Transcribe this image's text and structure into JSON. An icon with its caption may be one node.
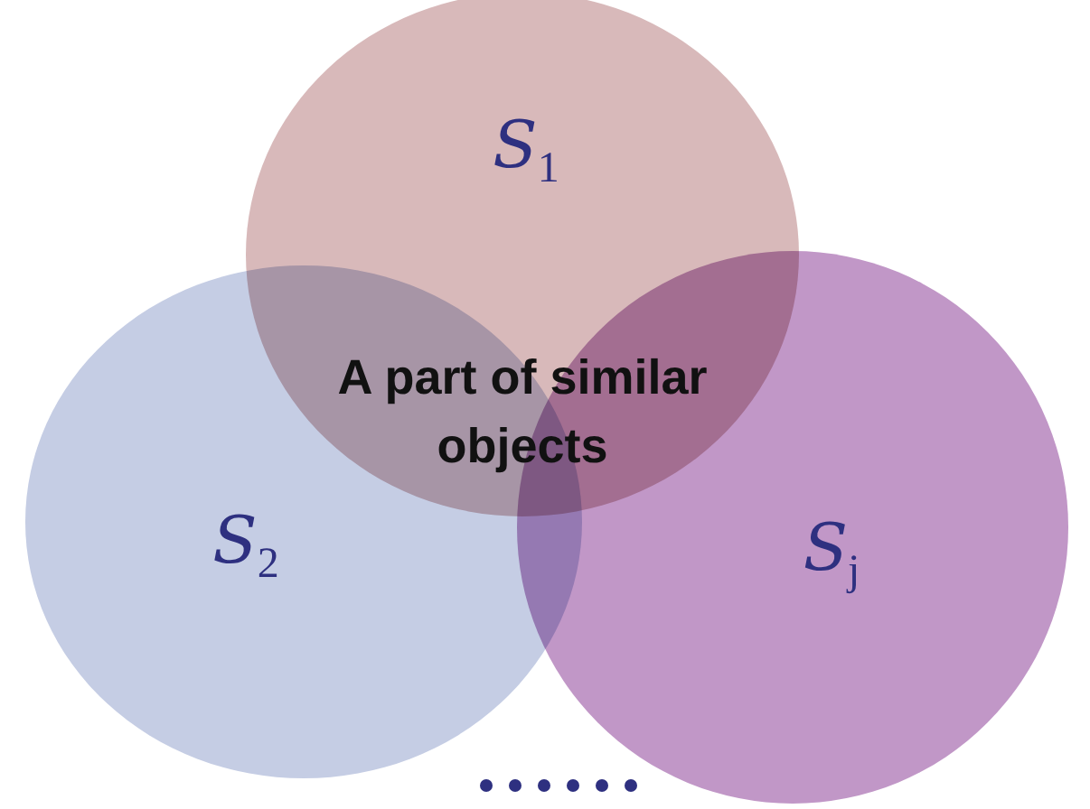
{
  "diagram": {
    "nodes": [
      {
        "text": [
          "*S*$_{1}$"
        ]
      },
      {
        "text": [
          "*S*$_{2}$"
        ]
      },
      {
        "text": [
          "*S*$_{j}$"
        ]
      }
    ],
    "labels": [
      "A part of similar objects"
    ]
  }
}
